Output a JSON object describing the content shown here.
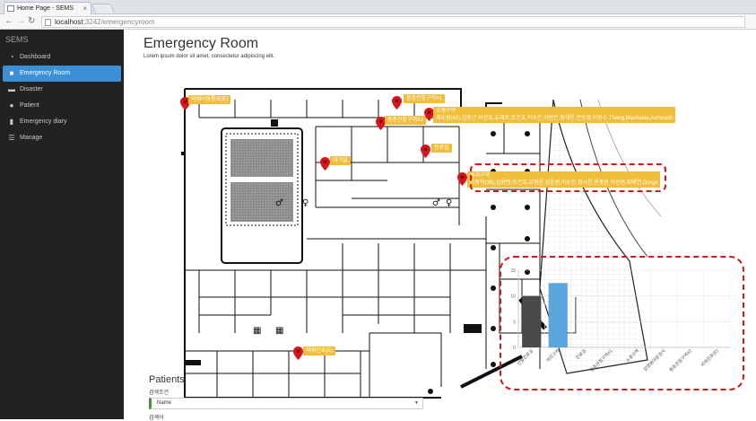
{
  "browser": {
    "tab_title": "Home Page - SEMS",
    "url_host": "localhost",
    "url_rest": ":3242/emergencyroom"
  },
  "sidebar": {
    "brand": "SEMS",
    "items": [
      {
        "label": "Dashboard",
        "icon": "dashboard-icon"
      },
      {
        "label": "Emergency Room",
        "icon": "video-icon",
        "active": true
      },
      {
        "label": "Disaster",
        "icon": "car-icon"
      },
      {
        "label": "Patient",
        "icon": "user-icon"
      },
      {
        "label": "Emergency diary",
        "icon": "file-icon"
      },
      {
        "label": "Manage",
        "icon": "list-icon"
      }
    ]
  },
  "main": {
    "title": "Emergency Room",
    "subtitle": "Lorem ipsum dolor sit amet, consectetur adipiscing elit."
  },
  "map": {
    "pins": [
      {
        "label": "외래이동통로(E)"
      },
      {
        "label": "중증관찰구역#1"
      },
      {
        "label": "중증관찰구역#2"
      },
      {
        "label": "소생구역",
        "detail": "최도원(42),김동근,이건호,유재로,오건호,이수은,이현은,정재운,전승엽,이동수,Thang,Machaela,Asmoash"
      },
      {
        "label": "진료실"
      },
      {
        "label": "대기실"
      },
      {
        "label": "격리구역",
        "detail": "이동익(38),김용탠,이건호,유정윤,김윤정,이수진,정시윤,윤중현,이선현,최태연,Durga"
      },
      {
        "label": "외래진료(E)"
      }
    ]
  },
  "colors": {
    "accent": "#3a8fd6",
    "pin": "#d6151d",
    "tag": "#f0be3a",
    "highlight": "#d6151d"
  },
  "chart_data": {
    "type": "bar",
    "categories": [
      "선별진료실",
      "격리구역",
      "진료실",
      "중증관찰구역#1",
      "소생구역",
      "감염병대응검사",
      "중증관찰구역#2",
      "외래진료(E)"
    ],
    "values": [
      10,
      12.5,
      0,
      0,
      0,
      0,
      0,
      0
    ],
    "bar_colors": [
      "#4a4a4a",
      "#5aa6dd",
      "#5aa6dd",
      "#5aa6dd",
      "#5aa6dd",
      "#5aa6dd",
      "#5aa6dd",
      "#5aa6dd"
    ],
    "yticks": [
      0,
      5,
      10,
      15
    ],
    "ylim": [
      0,
      15
    ],
    "grid": true
  },
  "patients": {
    "title": "Patients",
    "filter_label": "검색조건",
    "filter_value": "Name",
    "keyword_label": "검색어"
  }
}
